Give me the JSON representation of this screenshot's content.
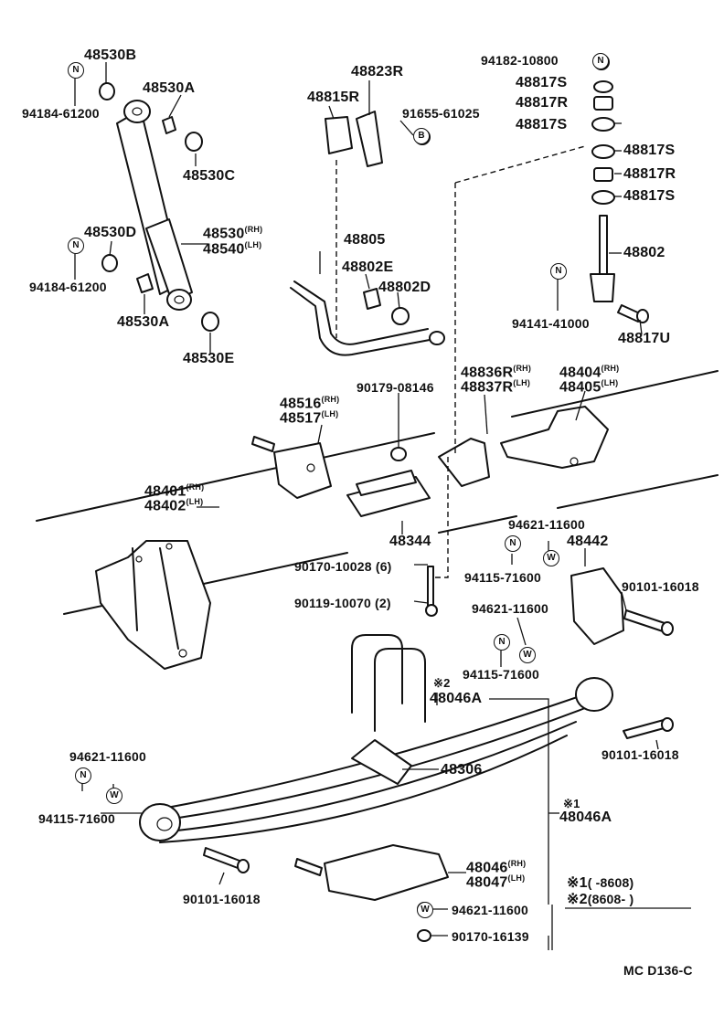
{
  "diagram_code": "MC D136-C",
  "markers": {
    "n": "N",
    "w": "W",
    "b": "B"
  },
  "legend": {
    "row1_mark": "※1",
    "row1_text": "(      -8608)",
    "row2_mark": "※2",
    "row2_text": "(8608-        )"
  },
  "parts": {
    "p48530B": "48530B",
    "p94184_61200_a": "94184-61200",
    "p48530A_a": "48530A",
    "p48530C": "48530C",
    "p48530D": "48530D",
    "p48530_rh": "48530",
    "p48540_lh": "48540",
    "p94184_61200_b": "94184-61200",
    "p48530A_b": "48530A",
    "p48530E": "48530E",
    "p48823R": "48823R",
    "p48815R": "48815R",
    "p91655_61025": "91655-61025",
    "p48805": "48805",
    "p48802E": "48802E",
    "p48802D": "48802D",
    "p94182_10800": "94182-10800",
    "p48817S_a": "48817S",
    "p48817R_a": "48817R",
    "p48817S_b": "48817S",
    "p48817S_c": "48817S",
    "p48817R_b": "48817R",
    "p48817S_d": "48817S",
    "p48802": "48802",
    "p94141_41000": "94141-41000",
    "p48817U": "48817U",
    "p48836R": "48836R",
    "p48837R": "48837R",
    "p48404": "48404",
    "p48405": "48405",
    "p90179_08146": "90179-08146",
    "p48516": "48516",
    "p48517": "48517",
    "p48401": "48401",
    "p48402": "48402",
    "p48344": "48344",
    "p90170_10028": "90170-10028",
    "p90170_10028_qty": "(6)",
    "p90119_10070": "90119-10070",
    "p90119_10070_qty": "(2)",
    "p94621_11600_a": "94621-11600",
    "p94115_71600_a": "94115-71600",
    "p48442": "48442",
    "p90101_16018_a": "90101-16018",
    "p94621_11600_b": "94621-11600",
    "p94115_71600_b": "94115-71600",
    "p48046A_2": "48046A",
    "p48046A_2_mark": "※2",
    "p90101_16018_b": "90101-16018",
    "p94621_11600_c": "94621-11600",
    "p48306": "48306",
    "p94115_71600_c": "94115-71600",
    "p48046A_1": "48046A",
    "p48046A_1_mark": "※1",
    "p90101_16018_c": "90101-16018",
    "p48046": "48046",
    "p48047": "48047",
    "p94621_11600_d": "94621-11600",
    "p90170_16139": "90170-16139"
  },
  "suffixes": {
    "rh": "(RH)",
    "lh": "(LH)"
  }
}
